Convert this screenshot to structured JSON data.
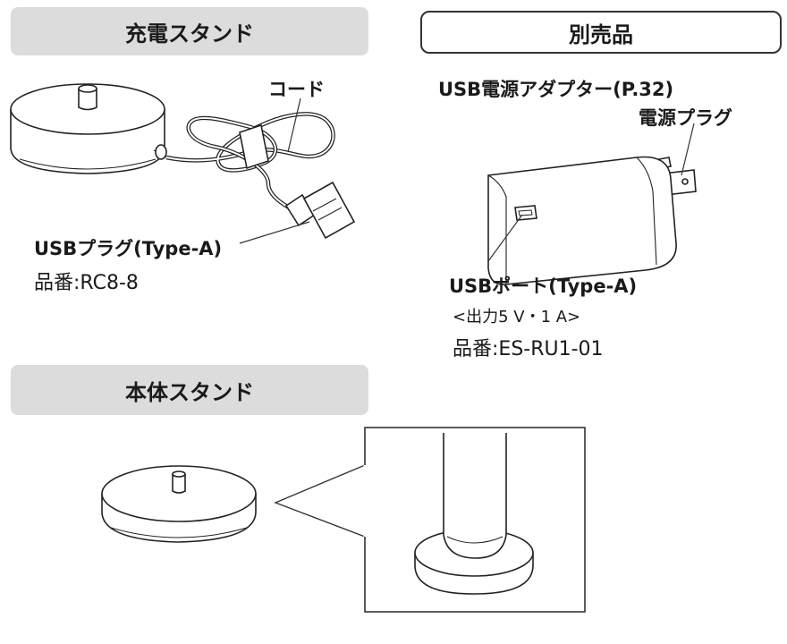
{
  "sections": {
    "charging_stand_title": "充電スタンド",
    "accessory_title": "別売品",
    "body_stand_title": "本体スタンド"
  },
  "charging_stand": {
    "cord_label": "コード",
    "usb_plug_label": "USBプラグ(Type-A)",
    "part_number": "品番:RC8-8"
  },
  "adapter": {
    "title": "USB電源アダプター(P.32)",
    "power_plug_label": "電源プラグ",
    "usb_port_label": "USBポート(Type-A)",
    "output_spec": "<出力5 V・1 A>",
    "part_number": "品番:ES-RU1-01"
  }
}
